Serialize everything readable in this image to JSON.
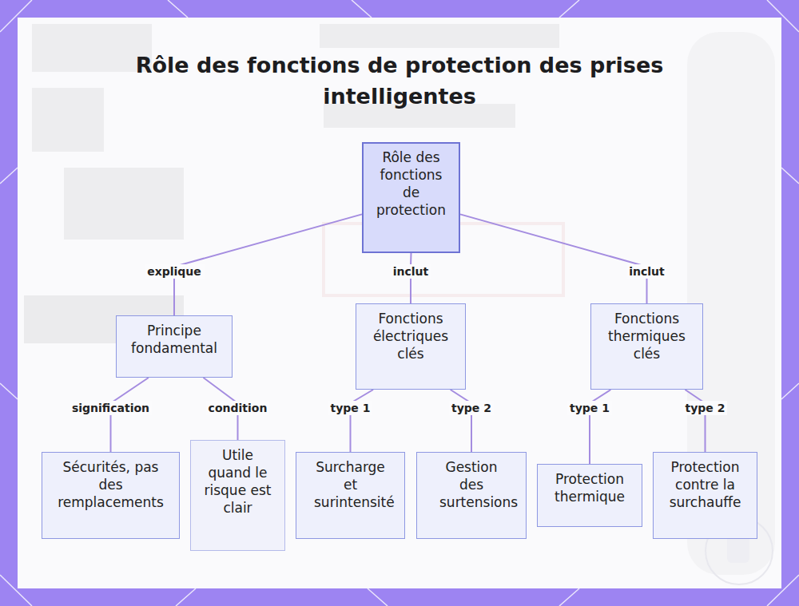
{
  "diagram": {
    "title": "Rôle des fonctions de protection des prises intelligentes",
    "nodes": [
      {
        "text": [
          "Rôle des fonctions de protection"
        ]
      },
      {
        "text": [
          "Principe fondamental"
        ]
      },
      {
        "text": [
          "Fonctions électriques clés"
        ]
      },
      {
        "text": [
          "Fonctions thermiques clés"
        ]
      },
      {
        "text": [
          "Sécurités, pas des remplacements"
        ]
      },
      {
        "text": [
          "Utile quand le risque est clair"
        ]
      },
      {
        "text": [
          "Surcharge et surintensité"
        ]
      },
      {
        "text": [
          "Gestion des surtensions"
        ]
      },
      {
        "text": [
          "Protection thermique"
        ]
      },
      {
        "text": [
          "Protection contre la surchauffe"
        ]
      }
    ],
    "edges": [
      {
        "from": 0,
        "to": 1,
        "label": "explique",
        "arrow": "none"
      },
      {
        "from": 0,
        "to": 2,
        "label": "inclut",
        "arrow": "none"
      },
      {
        "from": 0,
        "to": 3,
        "label": "inclut",
        "arrow": "none"
      },
      {
        "from": 1,
        "to": 4,
        "label": "signification",
        "arrow": "none"
      },
      {
        "from": 1,
        "to": 5,
        "label": "condition",
        "arrow": "none"
      },
      {
        "from": 2,
        "to": 6,
        "label": "type 1",
        "arrow": "none"
      },
      {
        "from": 2,
        "to": 7,
        "label": "type 2",
        "arrow": "none"
      },
      {
        "from": 3,
        "to": 8,
        "label": "type 1",
        "arrow": "none"
      },
      {
        "from": 3,
        "to": 9,
        "label": "type 2",
        "arrow": "none"
      }
    ]
  }
}
